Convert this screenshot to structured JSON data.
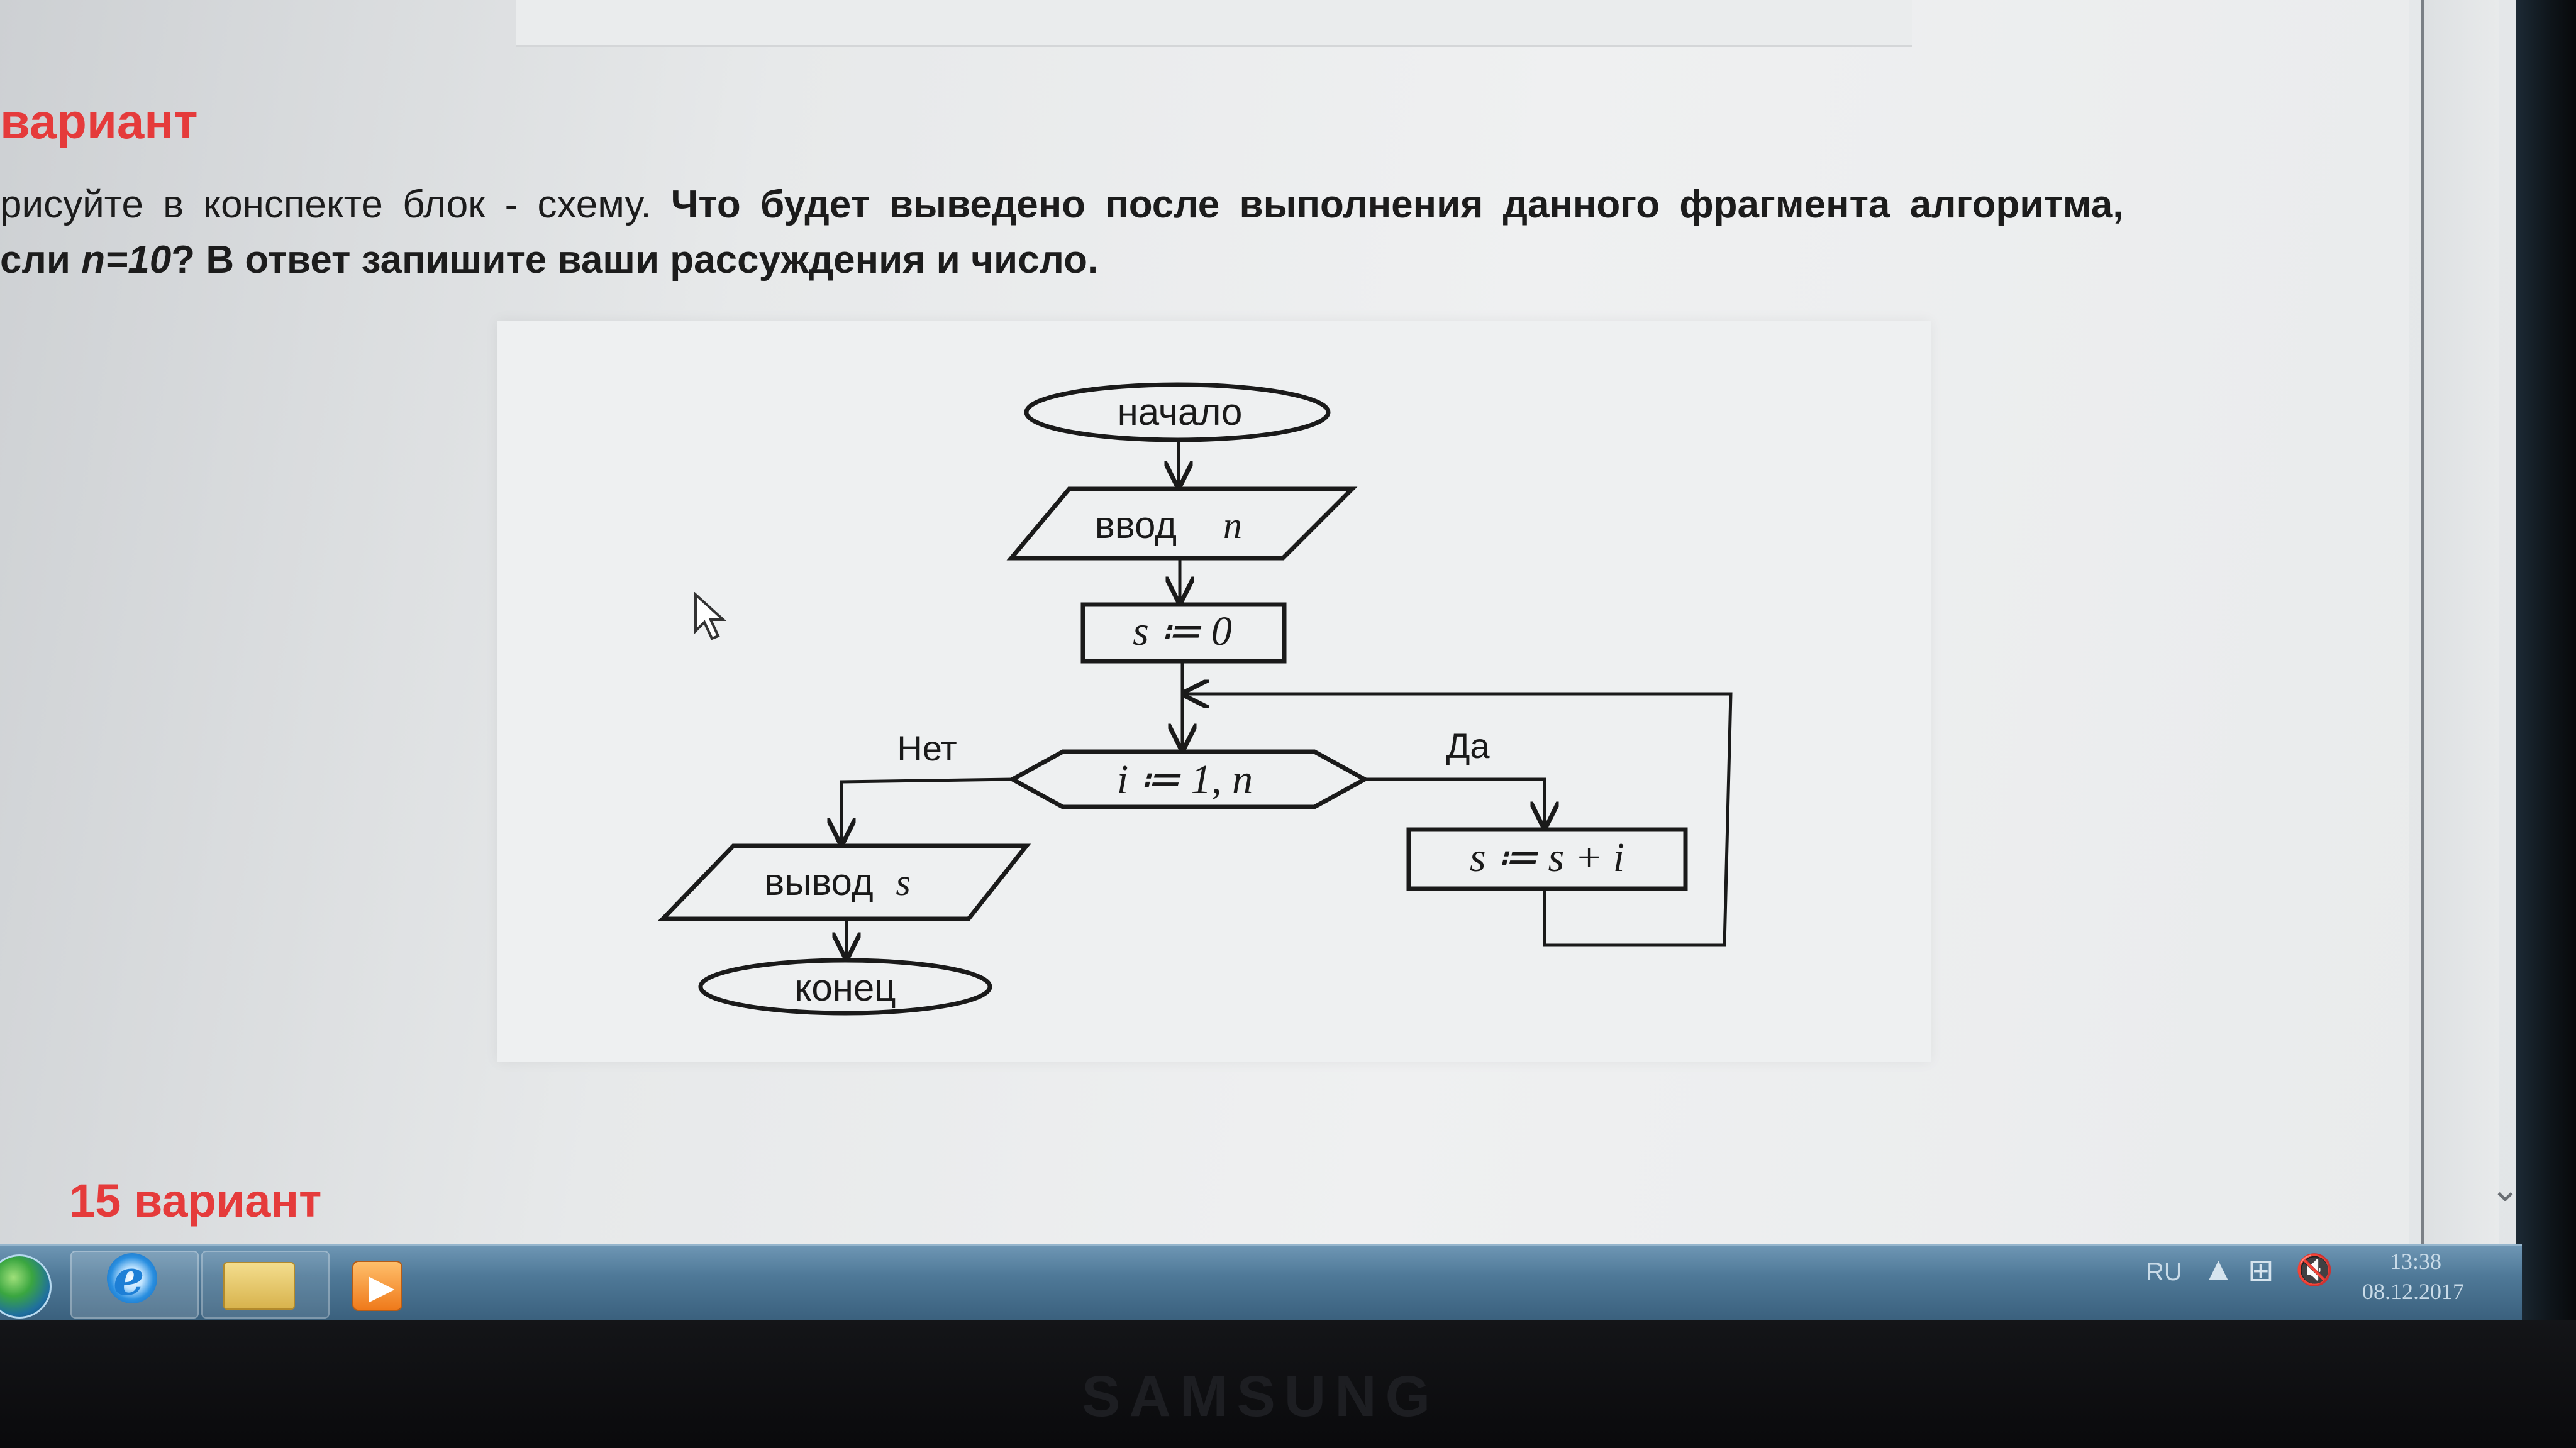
{
  "page": {
    "heading_top": "вариант",
    "task_line_1": {
      "plain": "рисуйте в конспекте блок - схему. ",
      "bold": "Что будет выведено после выполнения данного фрагмента алгоритма,"
    },
    "task_line_2": {
      "bold_start": "сли ",
      "italic_n": "n=10",
      "bold_q": "?",
      "plain": " В ответ запишите ваши рассуждения и число."
    },
    "heading_bottom": "15 вариант"
  },
  "flowchart": {
    "start": "начало",
    "input_word": "ввод",
    "input_var": "n",
    "init": "s ≔ 0",
    "loop": "i ≔ 1, n",
    "yes_label": "Да",
    "no_label": "Нет",
    "body": "s ≔ s + i",
    "output_word": "вывод",
    "output_var": "s",
    "end": "конец"
  },
  "taskbar": {
    "lang": "RU",
    "time": "13:38",
    "date": "08.12.2017"
  },
  "monitor": {
    "brand": "SAMSUNG"
  },
  "colors": {
    "accent_red": "#e53b3b",
    "taskbar_blue": "#4f7998"
  },
  "icons": [
    "start-orb-icon",
    "ie-icon",
    "folder-icon",
    "media-player-icon",
    "tray-arrow-icon",
    "network-icon",
    "volume-muted-icon",
    "scroll-down-icon",
    "mouse-cursor-icon"
  ]
}
